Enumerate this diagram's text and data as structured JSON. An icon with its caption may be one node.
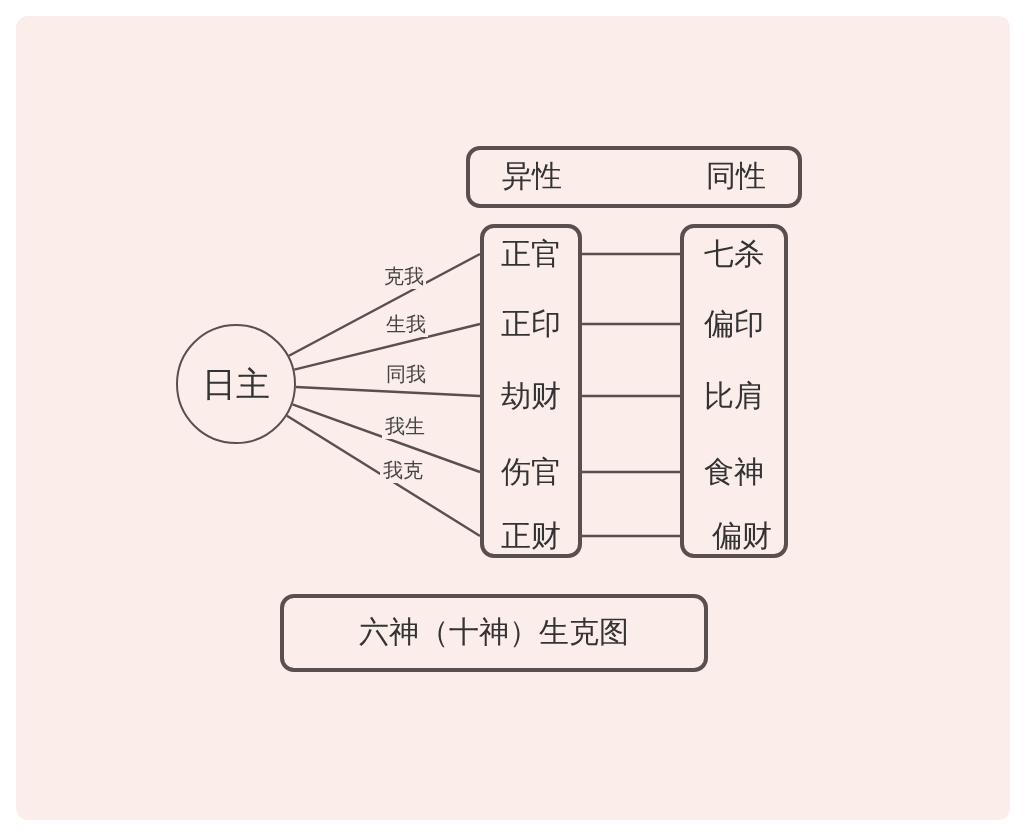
{
  "diagram": {
    "nodes": [
      {
        "text": [
          "异性",
          "同性"
        ]
      },
      {
        "text": [
          "日主"
        ]
      },
      {
        "text": [],
        "shape": "box"
      },
      {
        "text": [
          "正官"
        ],
        "in": 2
      },
      {
        "text": [
          "正印"
        ],
        "in": 2
      },
      {
        "text": [
          "劫财"
        ],
        "in": 2
      },
      {
        "text": [
          "伤官"
        ],
        "in": 2
      },
      {
        "text": [
          "正财"
        ],
        "in": 2
      },
      {
        "text": [],
        "shape": "box"
      },
      {
        "text": [
          "七杀"
        ],
        "in": 8
      },
      {
        "text": [
          "偏印"
        ],
        "in": 8
      },
      {
        "text": [
          "比肩"
        ],
        "in": 8
      },
      {
        "text": [
          "食神"
        ],
        "in": 8
      },
      {
        "text": [
          "偏财"
        ],
        "in": 8
      },
      {
        "text": [
          "六神（十神）生克图"
        ]
      }
    ],
    "edges": [
      {
        "from": 1,
        "to": 3,
        "arrow": "none",
        "label": "克我"
      },
      {
        "from": 1,
        "to": 4,
        "arrow": "none",
        "label": "生我"
      },
      {
        "from": 1,
        "to": 5,
        "arrow": "none",
        "label": "同我"
      },
      {
        "from": 1,
        "to": 6,
        "arrow": "none",
        "label": "我生"
      },
      {
        "from": 1,
        "to": 7,
        "arrow": "none",
        "label": "我克"
      },
      {
        "from": 3,
        "to": 9,
        "arrow": "none"
      },
      {
        "from": 4,
        "to": 10,
        "arrow": "none"
      },
      {
        "from": 5,
        "to": 11,
        "arrow": "none"
      },
      {
        "from": 6,
        "to": 12,
        "arrow": "none"
      },
      {
        "from": 7,
        "to": 13,
        "arrow": "none"
      }
    ]
  }
}
